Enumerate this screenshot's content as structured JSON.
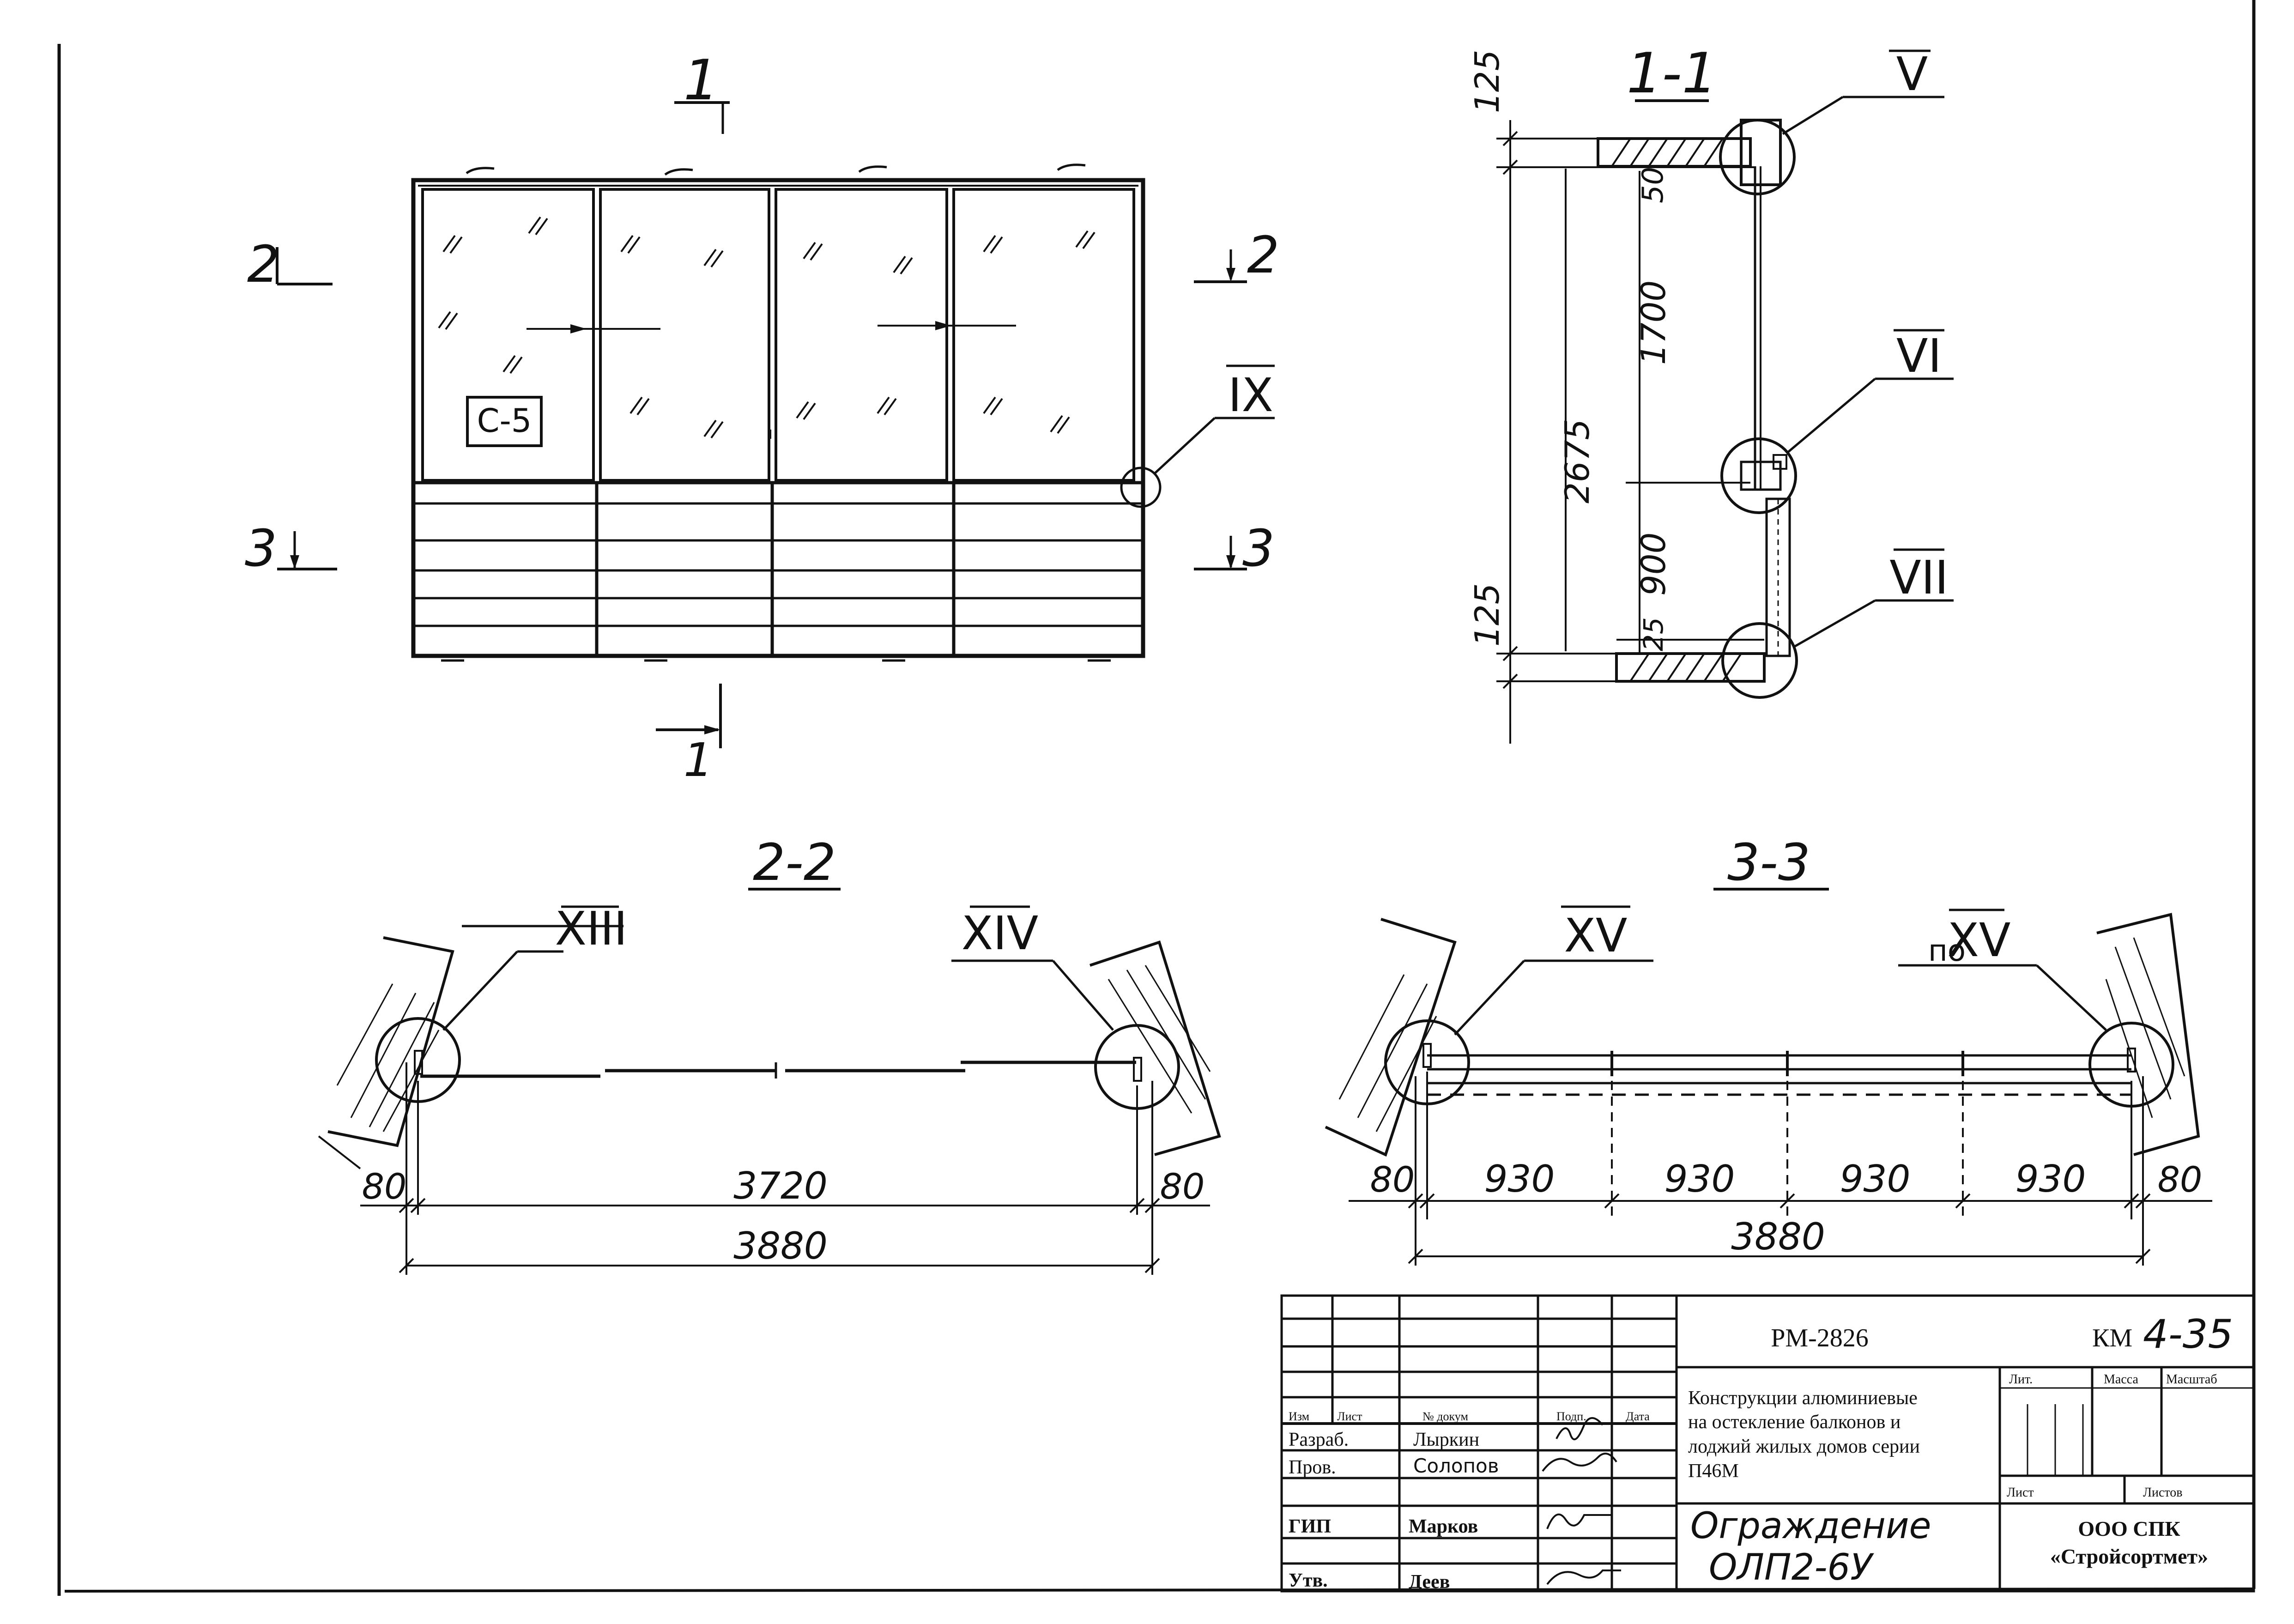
{
  "elevation": {
    "title": "1",
    "panel_label": "С-5",
    "section_marks": {
      "left_top": "2",
      "right_top": "2",
      "left_bottom": "3",
      "right_bottom": "3",
      "bottom": "1"
    },
    "detail_callout": "IX"
  },
  "section_1_1": {
    "title": "1-1",
    "callouts": [
      "V",
      "VI",
      "VII"
    ],
    "dims": {
      "top_slab": "125",
      "top_gap": "50",
      "upper": "1700",
      "total": "2675",
      "lower": "900",
      "bottom_gap": "25",
      "bottom_slab": "125"
    }
  },
  "section_2_2": {
    "title": "2-2",
    "callouts": [
      "XIII",
      "XIV"
    ],
    "dims": {
      "left": "80",
      "middle": "3720",
      "right": "80",
      "total": "3880"
    }
  },
  "section_3_3": {
    "title": "3-3",
    "callout_left": "XV",
    "callout_right_prefix": "по",
    "callout_right": "XV",
    "dims": {
      "left": "80",
      "bays": [
        "930",
        "930",
        "930",
        "930"
      ],
      "right": "80",
      "total": "3880"
    }
  },
  "title_block": {
    "doc_code": "РМ-2826",
    "sheet_code_prefix": "КМ",
    "sheet_code": "4-35",
    "header_cols": [
      "Изм",
      "Лист",
      "№ докум",
      "Подп.",
      "Дата"
    ],
    "roles": [
      {
        "role": "Разраб.",
        "name": "Лыркин"
      },
      {
        "role": "Пров.",
        "name": "Солопов"
      },
      {
        "role": "ГИП",
        "name": "Марков"
      },
      {
        "role": "Утв.",
        "name": "Деев"
      }
    ],
    "description": [
      "Конструкции алюминиевые",
      "на остекление балконов и",
      "лоджий жилых домов серии",
      "П46М"
    ],
    "stage_headers": [
      "Лит.",
      "Масса",
      "Масштаб"
    ],
    "sheet_headers": [
      "Лист",
      "Листов"
    ],
    "drawing_name": [
      "Ограждение",
      "ОЛП2-6У"
    ],
    "org": [
      "ООО СПК",
      "«Стройсортмет»"
    ]
  }
}
